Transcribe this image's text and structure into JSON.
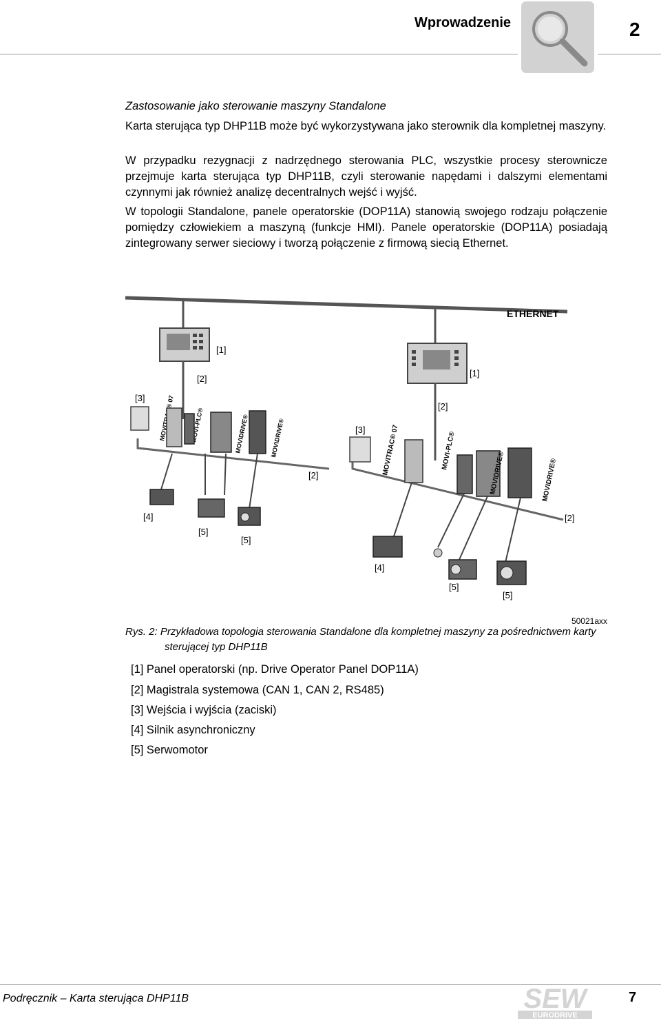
{
  "header": {
    "title": "Wprowadzenie",
    "chapter": "2",
    "icon": "magnifier-icon"
  },
  "body": {
    "section_title": "Zastosowanie jako sterowanie maszyny Standalone",
    "paragraphs": [
      "Karta sterująca typ DHP11B może być wykorzystywana jako sterownik dla kompletnej maszyny.",
      "W przypadku rezygnacji z nadrzędnego sterowania PLC, wszystkie procesy sterownicze przejmuje karta sterująca typ DHP11B, czyli sterowanie napędami i dalszymi elementami czynnymi jak również analizę decentralnych wejść i wyjść.",
      "W topologii Standalone, panele operatorskie (DOP11A) stanowią swojego rodzaju połączenie pomiędzy człowiekiem a maszyną (funkcje HMI). Panele operatorskie (DOP11A) posiadają zintegrowany serwer sieciowy i tworzą połączenie z firmową siecią Ethernet."
    ]
  },
  "figure": {
    "ethernet_label": "ETHERNET",
    "markers": {
      "panel": "[1]",
      "bus": "[2]",
      "io": "[3]",
      "motor": "[4]",
      "servo": "[5]"
    },
    "device_labels": {
      "movitrac": "MOVITRAC® 07",
      "movi_plc": "MOVI-PLC®",
      "movidrive": "MOVIDRIVE®"
    },
    "code": "50021axx",
    "caption": "Rys. 2: Przykładowa topologia sterowania Standalone dla kompletnej maszyny za pośrednictwem karty sterującej typ DHP11B"
  },
  "legend": [
    "[1] Panel operatorski (np. Drive Operator Panel DOP11A)",
    "[2] Magistrala systemowa (CAN 1, CAN 2, RS485)",
    "[3] Wejścia i wyjścia (zaciski)",
    "[4] Silnik asynchroniczny",
    "[5] Serwomotor"
  ],
  "footer": {
    "text": "Podręcznik – Karta sterująca DHP11B",
    "page": "7",
    "logo_main": "SEW",
    "logo_sub": "EURODRIVE"
  }
}
